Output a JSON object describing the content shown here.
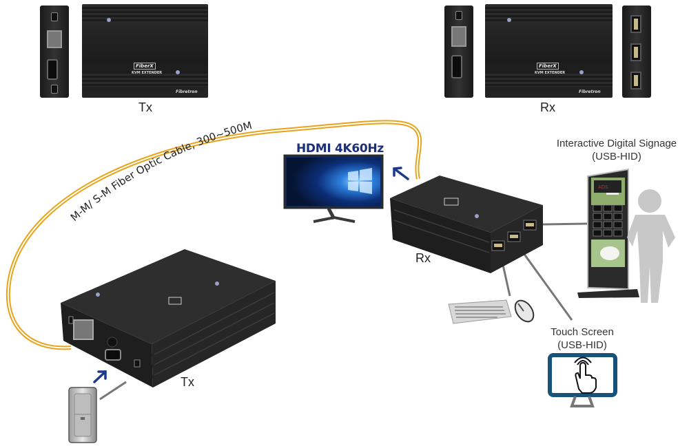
{
  "title": "FiberX KVM Extender over fiber connection diagram",
  "top_views": {
    "tx": {
      "label": "Tx",
      "brand": "FiberX",
      "subtitle": "KVM EXTENDER",
      "maker": "Fibretron"
    },
    "rx": {
      "label": "Rx",
      "brand": "FiberX",
      "subtitle": "KVM EXTENDER",
      "maker": "Fibretron"
    }
  },
  "cable": {
    "label": "M-M/ S-M  Fiber Optic Cable, 300~500M",
    "color": "#e8a318"
  },
  "display": {
    "label": "HDMI 4K60Hz",
    "label_color": "#1b2f7a"
  },
  "devices": {
    "tx_label": "Tx",
    "rx_label": "Rx"
  },
  "peripherals": {
    "signage": {
      "line1": "Interactive Digital Signage",
      "line2": "(USB-HID)"
    },
    "touch_screen": {
      "line1": "Touch Screen",
      "line2": "(USB-HID)",
      "frame_color": "#17527a"
    },
    "keyboard": "keyboard",
    "mouse": "mouse",
    "pc": "PC tower"
  },
  "arrow_color": "#1b3a8a",
  "connector_line_color": "#666666"
}
